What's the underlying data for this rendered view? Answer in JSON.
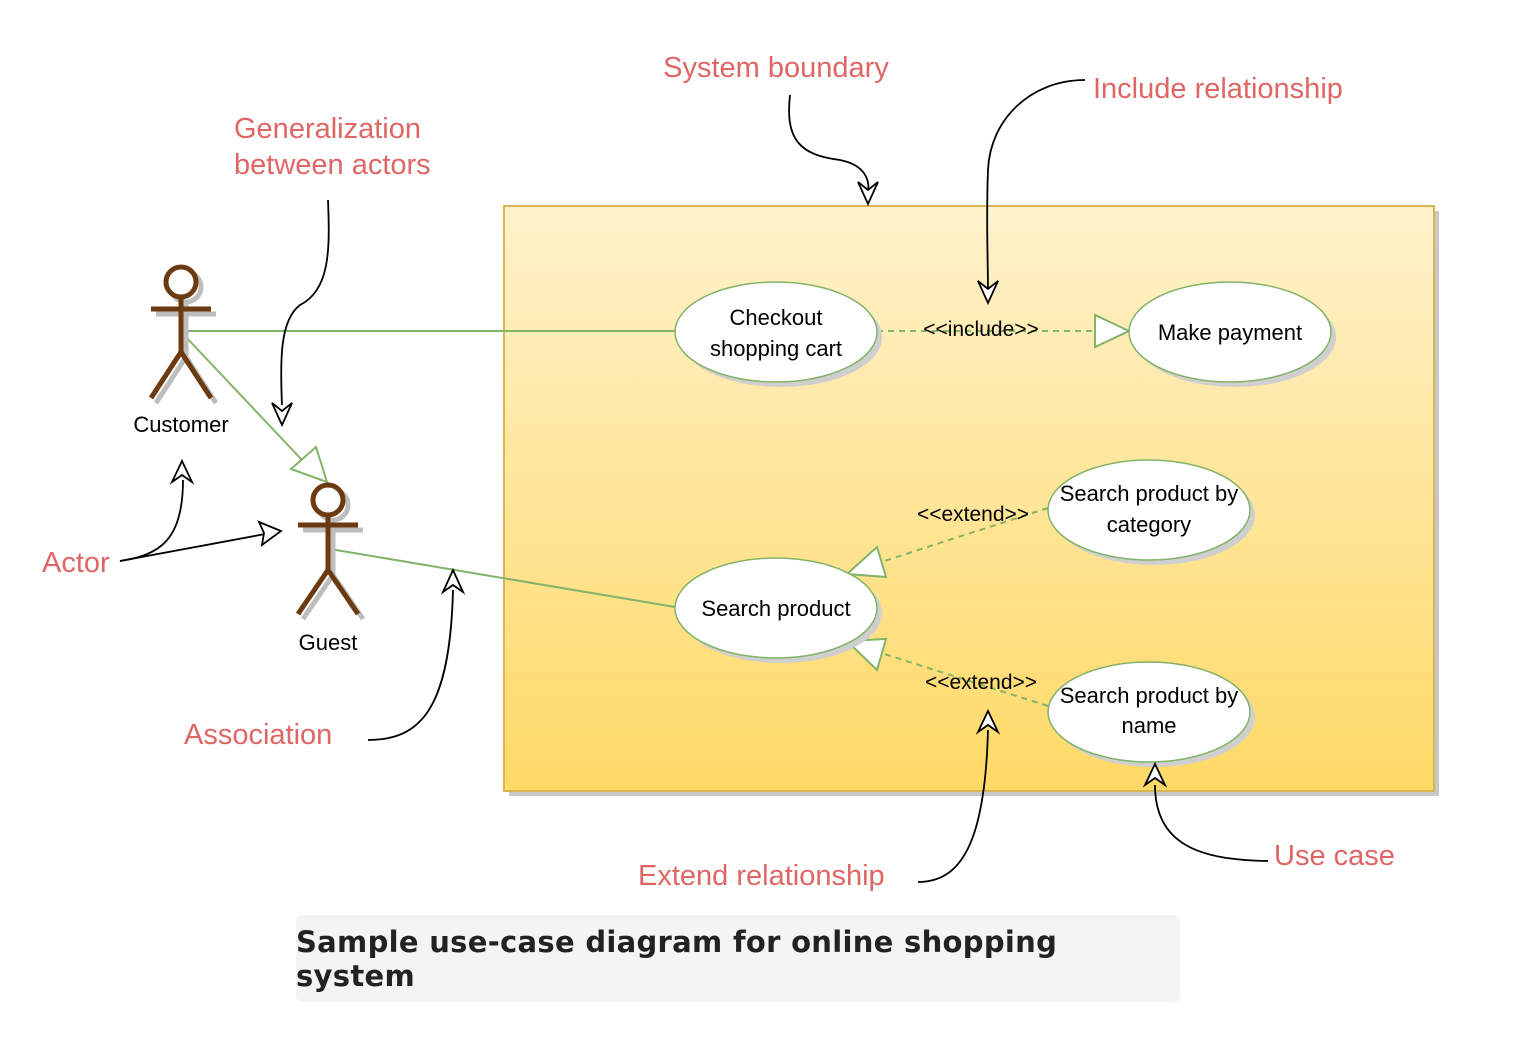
{
  "diagram": {
    "system_boundary": {},
    "actors": [
      {
        "id": "customer",
        "label": "Customer"
      },
      {
        "id": "guest",
        "label": "Guest"
      }
    ],
    "use_cases": [
      {
        "id": "checkout",
        "lines": [
          "Checkout",
          "shopping cart"
        ]
      },
      {
        "id": "make_payment",
        "lines": [
          "Make payment"
        ]
      },
      {
        "id": "search_product",
        "lines": [
          "Search product"
        ]
      },
      {
        "id": "search_by_category",
        "lines": [
          "Search product by",
          "category"
        ]
      },
      {
        "id": "search_by_name",
        "lines": [
          "Search product by",
          "name"
        ]
      }
    ],
    "relationships": [
      {
        "type": "association",
        "from": "customer",
        "to": "checkout"
      },
      {
        "type": "association",
        "from": "guest",
        "to": "search_product"
      },
      {
        "type": "generalization",
        "from": "customer",
        "to": "guest"
      },
      {
        "type": "include",
        "from": "checkout",
        "to": "make_payment",
        "label": "<<include>>"
      },
      {
        "type": "extend",
        "from": "search_by_category",
        "to": "search_product",
        "label": "<<extend>>"
      },
      {
        "type": "extend",
        "from": "search_by_name",
        "to": "search_product",
        "label": "<<extend>>"
      }
    ],
    "annotations": {
      "system_boundary": "System boundary",
      "include_relationship": "Include relationship",
      "generalization": [
        "Generalization",
        "between actors"
      ],
      "actor": "Actor",
      "association": "Association",
      "extend_relationship": "Extend relationship",
      "use_case": "Use case"
    }
  },
  "caption": "Sample use-case diagram for online shopping system",
  "colors": {
    "annotation": "#e06666",
    "boundary_gradient_top": "#fff2cc",
    "boundary_gradient_bottom": "#ffd966",
    "boundary_stroke": "#d6b656",
    "relation_line": "#82b366",
    "actor": "#6b3a10",
    "shadow": "#cccccc"
  }
}
